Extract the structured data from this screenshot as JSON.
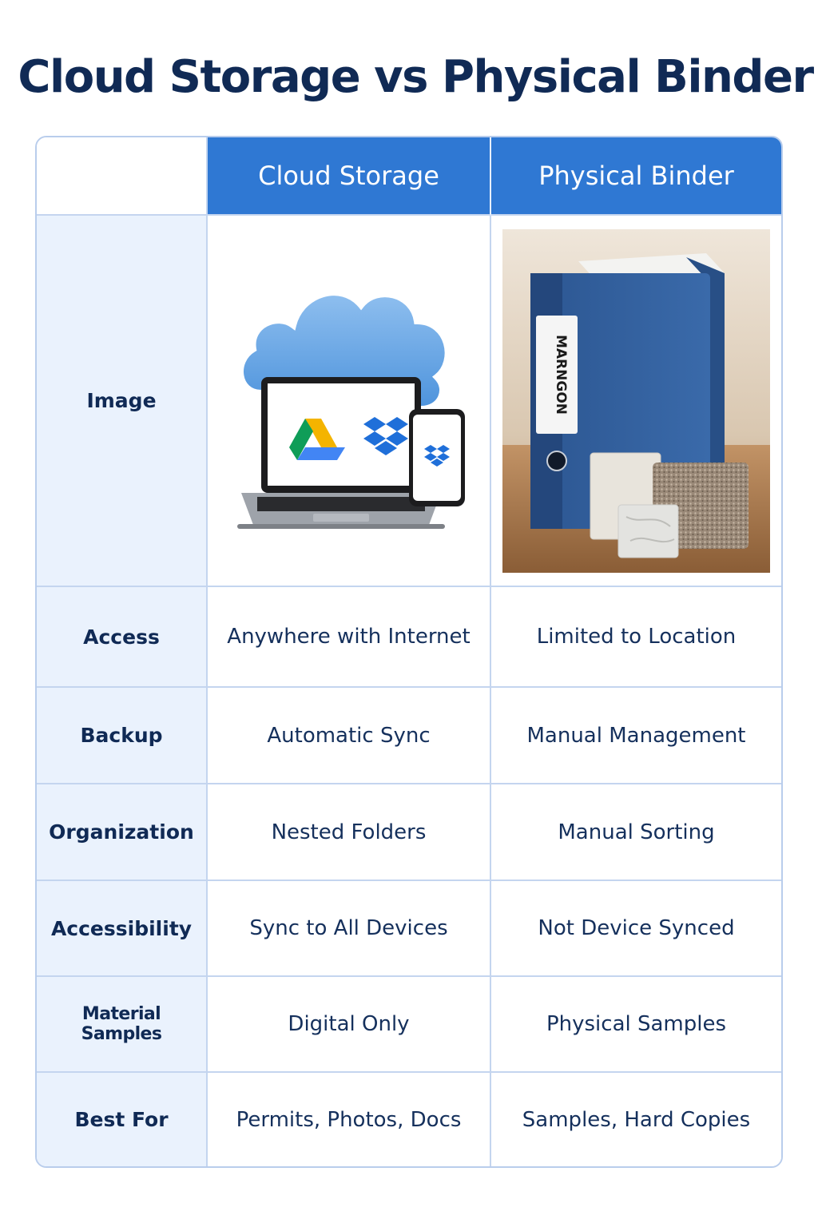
{
  "title": "Cloud Storage vs Physical Binder",
  "columns": [
    "Cloud Storage",
    "Physical Binder"
  ],
  "image_row_label": "Image",
  "binder_label_text": "MARNGON",
  "rows": [
    {
      "label": "Access",
      "cloud": "Anywhere with Internet",
      "binder": "Limited to Location"
    },
    {
      "label": "Backup",
      "cloud": "Automatic Sync",
      "binder": "Manual Management"
    },
    {
      "label": "Organization",
      "cloud": "Nested Folders",
      "binder": "Manual Sorting"
    },
    {
      "label": "Accessibility",
      "cloud": "Sync to All Devices",
      "binder": "Not Device Synced"
    },
    {
      "label": "Material Samples",
      "cloud": "Digital Only",
      "binder": "Physical Samples"
    },
    {
      "label": "Best For",
      "cloud": "Permits, Photos, Docs",
      "binder": "Samples, Hard Copies"
    }
  ],
  "colors": {
    "header_blue": "#2f78d3",
    "title_navy": "#102a55",
    "label_bg": "#eaf2fd",
    "border": "#c4d5ef"
  },
  "icons": {
    "cloud": "cloud-icon",
    "laptop": "laptop-icon",
    "phone": "smartphone-icon",
    "drive": "google-drive-icon",
    "dropbox": "dropbox-icon"
  }
}
